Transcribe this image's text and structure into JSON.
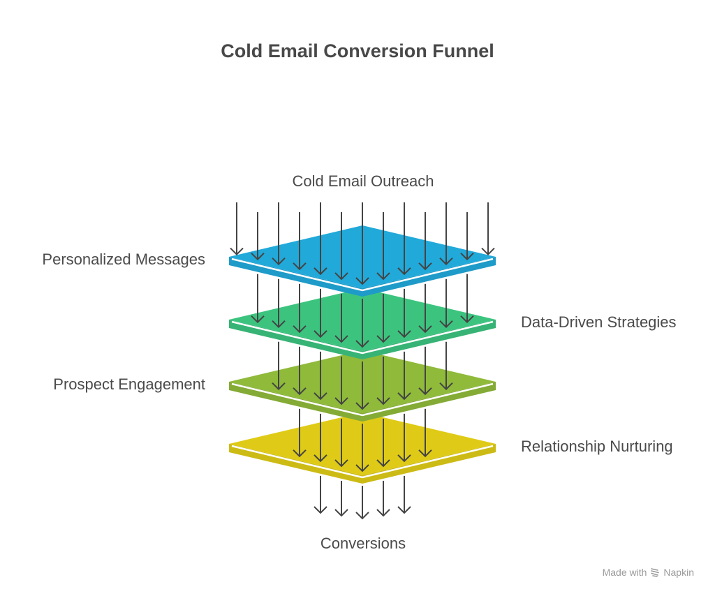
{
  "title": "Cold Email Conversion Funnel",
  "input_label": "Cold Email Outreach",
  "output_label": "Conversions",
  "layers": [
    {
      "label": "Personalized Messages",
      "side": "left",
      "color": "#21a9d9",
      "arrows_in": 13
    },
    {
      "label": "Data-Driven Strategies",
      "side": "right",
      "color": "#3cc47f",
      "arrows_in": 11
    },
    {
      "label": "Prospect Engagement",
      "side": "left",
      "color": "#8fba3a",
      "arrows_in": 9
    },
    {
      "label": "Relationship Nurturing",
      "side": "right",
      "color": "#dfcb17",
      "arrows_in": 7
    }
  ],
  "output_arrows": 5,
  "arrow_color": "#444444",
  "footer": {
    "made_with": "Made with",
    "brand": "Napkin",
    "icon": "napkin-logo-icon"
  }
}
